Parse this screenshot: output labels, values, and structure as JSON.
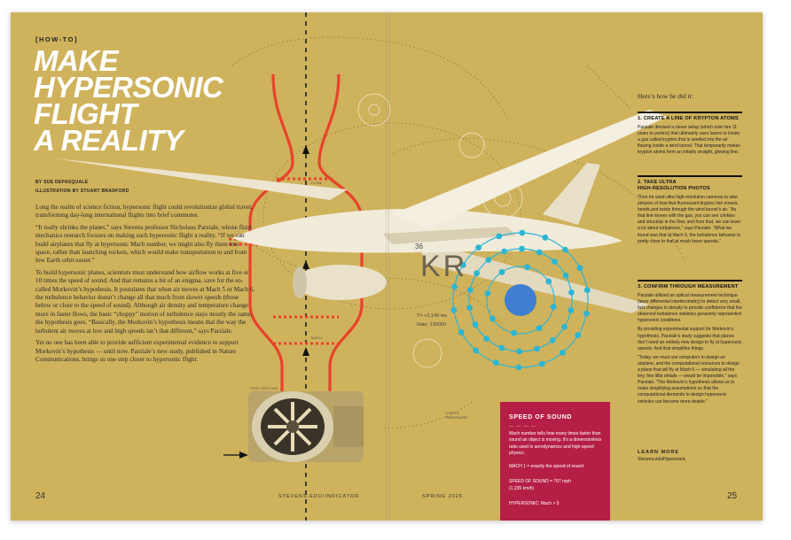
{
  "left_page": {
    "kicker": "[HOW-TO]",
    "headline_lines": [
      "MAKE",
      "HYPERSONIC",
      "FLIGHT",
      "A REALITY"
    ],
    "byline": "BY SUE DEPASQUALE",
    "illustration_credit": "ILLUSTRATION BY STUART BRADFORD",
    "paragraphs": [
      "Long the realm of science fiction, hypersonic flight could revolutionize global travel, transforming day-long international flights into brief commutes.",
      "“It really shrinks the planet,” says Stevens professor Nicholaus Parziale, whose fluid mechanics research focuses on making such hypersonic flight a reality. “If we can build airplanes that fly at hypersonic Mach number, we might also fly them into space, rather than launching rockets, which would make transportation to and from low Earth orbit easier.”",
      "To build hypersonic planes, scientists must understand how airflow works at five or 10 times the speed of sound. And that remains a bit of an enigma, save for the so-called Morkovin’s hypothesis. It postulates that when air moves at Mach 5 or Mach 6, the turbulence behavior doesn’t change all that much from slower speeds (those below or close to the speed of sound). Although air density and temperature change more in faster flows, the basic “choppy” motion of turbulence stays mostly the same, the hypothesis goes. “Basically, the Morkovin’s hypothesis means that the way the turbulent air moves at low and high speeds isn’t that different,” says Parziale.",
      "Yet no one has been able to provide sufficient experimental evidence to support Morkovin’s hypothesis — until now. Parziale’s new study, published in Nature Communications, brings us one step closer to hypersonic flight."
    ],
    "page_number": "24"
  },
  "footer": {
    "publication": "STEVENS.EDU/INDICATOR",
    "issue": "SPRING 2026"
  },
  "illustration": {
    "element_label": "KR",
    "atomic_number": "36",
    "readout_1": "T= +2,140 ms",
    "readout_2": "Rate: 130000",
    "label_flow": "FLOW",
    "label_static_pressure_1": "STATIC",
    "label_static_pressure_2": "PRESSURE",
    "label_mach": "MACH",
    "label_test": "TEST SECTION"
  },
  "right_page": {
    "intro": "Here’s how he did it:",
    "sections": [
      {
        "heading_lines": [
          "1. CREATE A LINE OF KRYPTON ATOMS"
        ],
        "paragraphs": [
          "Parziale devised a clever setup (which took him 11 years to perfect) that ultimately uses lasers to ionize a gas called krypton that is seeded into the air flowing inside a wind tunnel. That temporarily makes krypton atoms form an initially straight, glowing line."
        ]
      },
      {
        "heading_lines": [
          "2. TAKE ULTRA",
          "HIGH-RESOLUTION PHOTOS"
        ],
        "paragraphs": [
          "Then he used ultra high-resolution cameras to take pictures of how that fluorescent krypton line moves, bends and twists through the wind tunnel’s air. “As that line moves with the gas, you can see crinkles and structure in the flow, and from that, we can learn a lot about turbulence,” says Parziale. “What we found was that at Mach 6, the turbulence behavior is pretty close to that at much lower speeds.”"
        ]
      },
      {
        "heading_lines": [
          "3. CONFIRM THROUGH MEASUREMENT"
        ],
        "paragraphs": [
          "Parziale utilized an optical measurement technique (laser differential interferometry) to detect very small, fast changes in density to provide confidence that the observed turbulence statistics genuinely represented hypersonic conditions.",
          "By providing experimental support for Morkovin’s hypothesis, Parziale’s study suggests that planes don’t need an entirely new design to fly at hypersonic speeds. And that simplifies things.",
          "“Today, we must use computers to design an airplane, and the computational resources to design a plane that will fly at Mach 6 — simulating all the tiny, fine little details — would be impossible,” says Parziale. “The Morkovin’s hypothesis allows us to make simplifying assumptions so that the computational demands to design hypersonic vehicles can become more doable.”"
        ]
      }
    ],
    "learn_more_label": "LEARN MORE",
    "learn_more_link": "Stevens.edu/Hypersonic",
    "page_number": "25",
    "speed_box": {
      "title": "SPEED OF SOUND",
      "dash": "— — — —",
      "mach_text": "Mach number tells how many times faster than sound an object is moving. It’s a dimensionless ratio used in aerodynamics and high-speed physics.",
      "mach1": "MACH 1 = exactly the speed of sound",
      "sos_value_1": "SPEED OF SOUND = 767 mph",
      "sos_value_2": "(1,235 km/h)",
      "hypersonic": "HYPERSONIC: Mach > 5"
    }
  },
  "colors": {
    "page_background": "#cfb25c",
    "headline": "#ffffff",
    "tunnel_lines": "#e8432b",
    "atom_orbit": "#2bb6d4",
    "nucleus": "#3f7fd0",
    "sidebar_box": "#b51f45"
  }
}
